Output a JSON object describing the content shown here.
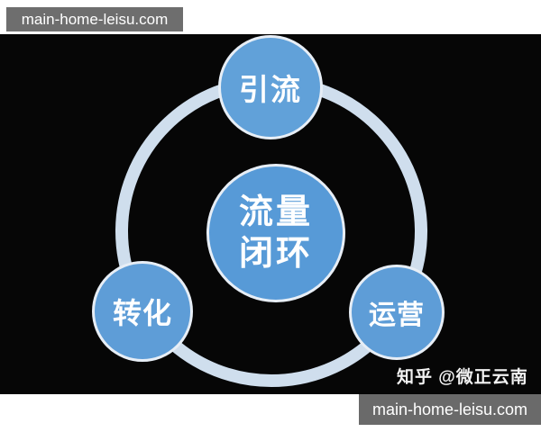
{
  "watermark_top": {
    "label": "main-home-leisu.com"
  },
  "watermark_bottom": {
    "label": "main-home-leisu.com"
  },
  "attribution": {
    "label": "知乎 @微正云南"
  },
  "diagram": {
    "center": {
      "line1": "流量",
      "line2": "闭环"
    },
    "nodes": [
      {
        "id": "top",
        "label": "引流"
      },
      {
        "id": "bottom-left",
        "label": "转化"
      },
      {
        "id": "bottom-right",
        "label": "运营"
      }
    ],
    "colors": {
      "photo_background": "#060606",
      "ring": "#cfdeed",
      "node_fill": "#5b9bd5",
      "node_border": "#e7eef6",
      "node_text": "#ffffff",
      "attribution_text": "#f2f2f2",
      "watermark_background": "#6e6e6e",
      "watermark_text": "#ffffff",
      "page_background": "#ffffff"
    }
  }
}
